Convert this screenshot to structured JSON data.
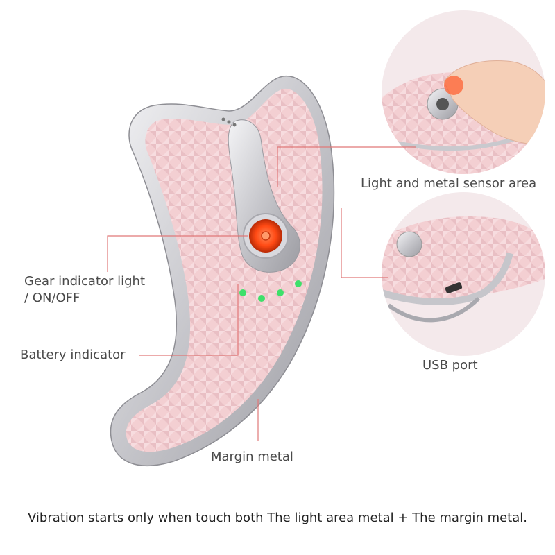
{
  "labels": {
    "sensor_area": "Light and metal sensor area",
    "gear_indicator_line1": "Gear indicator light",
    "gear_indicator_line2": "/ ON/OFF",
    "battery_indicator": "Battery indicator",
    "usb_port": "USB port",
    "margin_metal": "Margin metal"
  },
  "caption": "Vibration starts only when touch both The light area metal + The margin metal.",
  "colors": {
    "body_pink": "#f3cfd2",
    "metal": "#d4d4d8",
    "callout_line": "#e07878",
    "indicator_orange": "#ff5a1f",
    "led_green": "#3ee06a",
    "circle_bg": "#f6eaec"
  },
  "battery_leds": 4
}
